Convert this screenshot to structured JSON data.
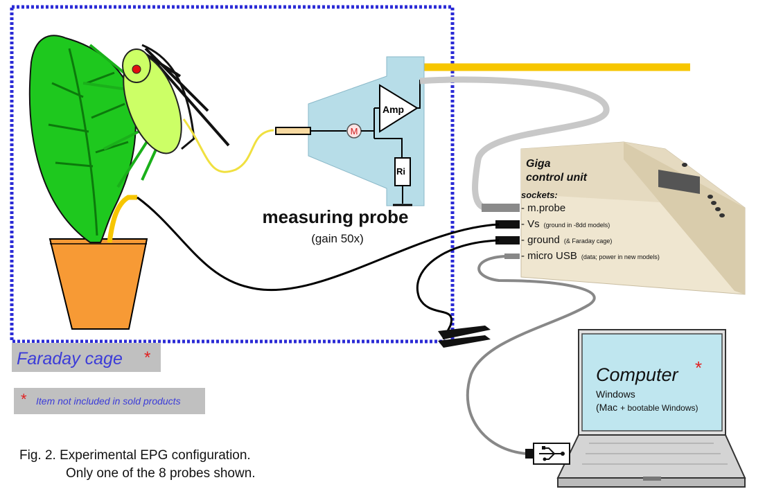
{
  "labels": {
    "amp": "Amp",
    "m": "M",
    "ri": "Ri",
    "probe_title": "measuring probe",
    "probe_gain": "(gain 50x)",
    "giga": "Giga",
    "control_unit": "control unit",
    "sockets": "sockets:",
    "socket_mprobe": "- m.probe",
    "socket_vs": "- Vs",
    "socket_vs_note": "(ground in -8dd models)",
    "socket_ground": "- ground",
    "socket_ground_note": "(& Faraday cage)",
    "socket_usb": "- micro USB",
    "socket_usb_note": "(data; power in new models)",
    "faraday": "Faraday cage",
    "asterisk": "*",
    "item_note": "Item not included in sold products",
    "computer": "Computer",
    "windows": "Windows",
    "mac_a": "(Mac",
    "mac_b": "+ bootable Windows)",
    "caption_1": "Fig. 2. Experimental EPG configuration.",
    "caption_2": "Only one of the 8 probes shown."
  },
  "colors": {
    "cage_border": "#2b2bd6",
    "plant_green": "#1ec81e",
    "pot_orange": "#f79a35",
    "aphid_green": "#ccff66",
    "probe_box": "#b7dde8",
    "gold_wire": "#f7c600",
    "device_beige": "#e8dcc2",
    "label_grey": "#c0c0c0",
    "note_blue": "#3b3bd8",
    "asterisk_red": "#e02020",
    "screen_blue": "#bfe6ef"
  },
  "icons": [
    "usb-icon",
    "alligator-clip-icon",
    "amplifier-icon",
    "laptop-icon",
    "aphid-icon",
    "leaf-icon",
    "pot-icon"
  ]
}
